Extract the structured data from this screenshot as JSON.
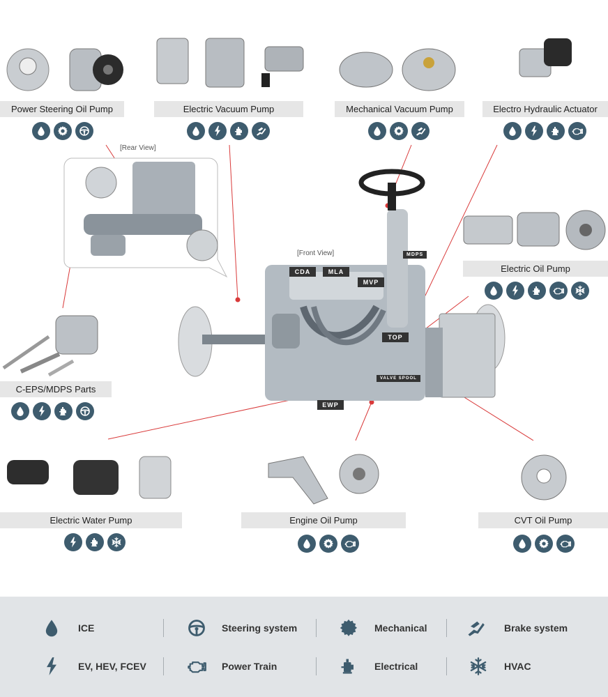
{
  "products": {
    "power_steering": {
      "label": "Power Steering Oil Pump"
    },
    "electric_vacuum": {
      "label": "Electric Vacuum Pump"
    },
    "mechanical_vacuum": {
      "label": "Mechanical Vacuum Pump"
    },
    "electro_hydraulic": {
      "label": "Electro Hydraulic Actuator"
    },
    "electric_oil": {
      "label": "Electric Oil Pump"
    },
    "ceps_mdps": {
      "label": "C-EPS/MDPS Parts"
    },
    "electric_water": {
      "label": "Electric Water Pump"
    },
    "engine_oil": {
      "label": "Engine Oil Pump"
    },
    "cvt_oil": {
      "label": "CVT Oil Pump"
    }
  },
  "views": {
    "rear": "[Rear View]",
    "front": "[Front View]"
  },
  "callouts": {
    "cda": "CDA",
    "mla": "MLA",
    "mvp": "MVP",
    "mdps": "MDPS",
    "top": "TOP",
    "valve": "VALVE SPOOL",
    "ewp": "EWP"
  },
  "legend": {
    "ice": "ICE",
    "steering": "Steering system",
    "mechanical": "Mechanical",
    "brake": "Brake system",
    "ev": "EV, HEV, FCEV",
    "powertrain": "Power Train",
    "electrical": "Electrical",
    "hvac": "HVAC"
  },
  "colors": {
    "icon_bg": "#3e5c6e",
    "label_bg": "#e6e6e6",
    "leader": "#d93a3a",
    "legend_bg": "#e1e4e7"
  }
}
